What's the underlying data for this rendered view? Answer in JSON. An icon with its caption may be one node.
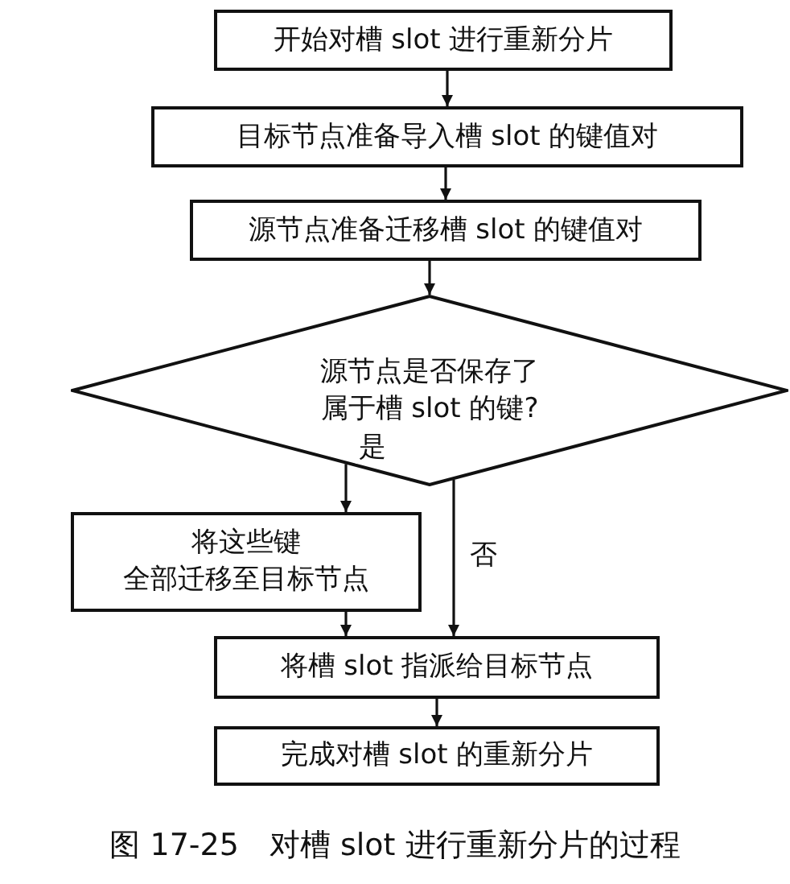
{
  "diagram": {
    "caption": "图 17-25　对槽 slot 进行重新分片的过程",
    "nodes": [
      {
        "text": [
          "开始对槽 slot 进行重新分片"
        ]
      },
      {
        "text": [
          "目标节点准备导入槽 slot 的键值对"
        ]
      },
      {
        "text": [
          "源节点准备迁移槽 slot 的键值对"
        ]
      },
      {
        "text": [
          "源节点是否保存了属于槽 slot 的键?"
        ]
      },
      {
        "text": [
          "将这些键全部迁移至目标节点"
        ]
      },
      {
        "text": [
          "将槽 slot 指派给目标节点"
        ]
      },
      {
        "text": [
          "完成对槽 slot 的重新分片"
        ]
      }
    ],
    "edges": [
      {
        "from": 0,
        "to": 1,
        "arrow": "to"
      },
      {
        "from": 1,
        "to": 2,
        "arrow": "to"
      },
      {
        "from": 2,
        "to": 3,
        "arrow": "to"
      },
      {
        "from": 3,
        "to": 4,
        "arrow": "to",
        "label": "是"
      },
      {
        "from": 3,
        "to": 5,
        "arrow": "to",
        "label": "否"
      },
      {
        "from": 4,
        "to": 5,
        "arrow": "to"
      },
      {
        "from": 5,
        "to": 6,
        "arrow": "to"
      }
    ]
  }
}
